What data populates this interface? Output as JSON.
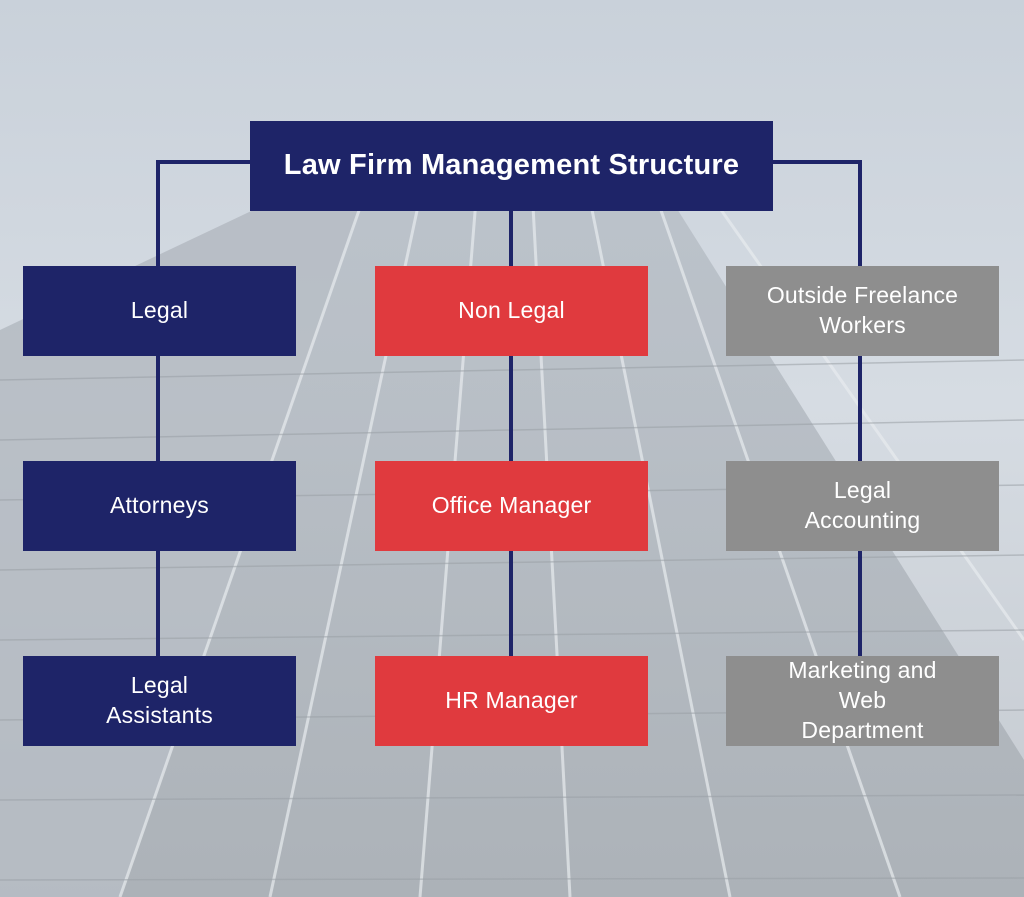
{
  "colors": {
    "navy": "#1e2468",
    "red": "#e03a3e",
    "gray": "#8e8e8e",
    "connector": "#1e2468"
  },
  "title": "Law Firm Management Structure",
  "columns": [
    {
      "head": "Legal",
      "items": [
        "Attorneys",
        "Legal\nAssistants"
      ]
    },
    {
      "head": "Non Legal",
      "items": [
        "Office Manager",
        "HR Manager"
      ]
    },
    {
      "head": "Outside Freelance\nWorkers",
      "items": [
        "Legal\nAccounting",
        "Marketing and\nWeb\nDepartment"
      ]
    }
  ]
}
